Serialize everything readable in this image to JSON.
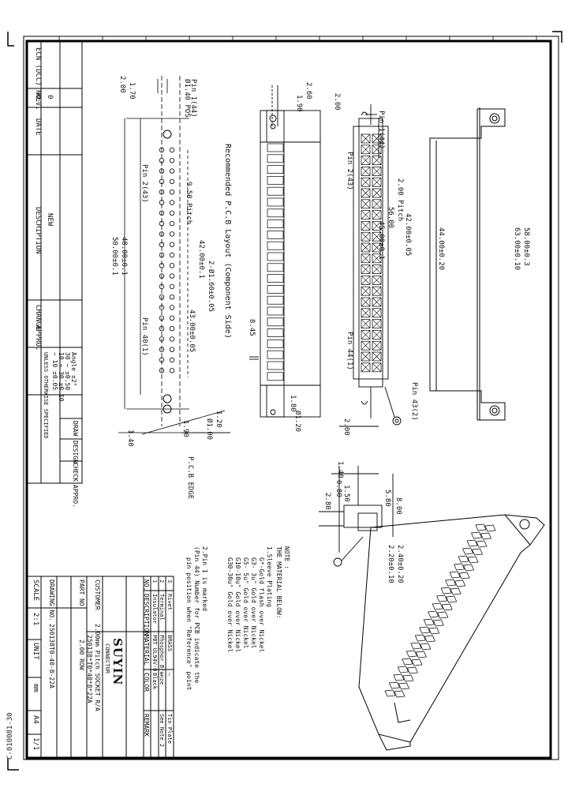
{
  "sheet_code": "C-010081-30",
  "company": {
    "brand": "SUYIN",
    "sub": "CONNECTOR"
  },
  "revision_block": {
    "headers": {
      "ecn": "ECN\n(DCC) NO.",
      "rev": "REV.",
      "date": "DATE",
      "description": "DESCRIPTION",
      "change": "CHANGE",
      "appro": "APPRO."
    },
    "rev_value": "0",
    "description_value": "NEW"
  },
  "tolerance_block": {
    "lines": [
      "Angle ±2°",
      "30 ~ ±0.50",
      "10 ~ 30 ±0.10",
      "~ 10 ±0.05"
    ],
    "note": "UNLESS OTHERWISE SPECIFIED"
  },
  "signoff": {
    "draw": "DRAW",
    "design": "DESIGN",
    "check": "CHECK",
    "appro": "APPRO."
  },
  "title_block": {
    "customer_label": "CUSTOMER",
    "title_value": "2.00mm Pitch SOCKET R/A",
    "part_no_label": "PART NO.",
    "part_no_value": "250138*T0*40*8*22A",
    "pitch_value": "2.00 ROW",
    "drawing_no_label": "DRAWING NO.",
    "drawing_no_value": "250138T0-40-8-22A",
    "scale_label": "SCALE",
    "scale_value": "2:1",
    "unit_label": "UNIT",
    "unit_value": "mm",
    "size_value": "A4",
    "sheet_value": "1/1"
  },
  "bom": {
    "headers": [
      "NO.",
      "DESCRIPTION",
      "MATERIAL",
      "COLOR",
      "REMARK"
    ],
    "rows": [
      {
        "no": "3",
        "description": "Rivet",
        "material": "BRASS",
        "color": "—",
        "remark": "Tin Plate"
      },
      {
        "no": "2",
        "description": "Terminal",
        "material": "Phosphor Bronze",
        "color": "—",
        "remark": "See Note 2"
      },
      {
        "no": "1",
        "description": "Insulator",
        "material": "PBT UL94V-0",
        "color": "Black",
        "remark": ""
      }
    ]
  },
  "notes": [
    "NOTE :",
    "THE MATERIAL BELOW:",
    "1.Sleeve Plating",
    "G*-Gold flash over Nickel",
    "G3- 3u\" Gold over Nickel",
    "G5- 5u\" Gold over Nickel",
    "G10-10u\" Gold over Nickel",
    "G30-30u\" Gold over Nickel",
    "2.Pin 1 is marked",
    "(Pin 44) Number for PCB indicate the",
    "pin position when \"Reference\" point"
  ],
  "views": {
    "top_left_dims": [
      "2.00",
      "1.70",
      "Pin 1(44)",
      "Ø1.40 POS",
      "Pin 2(43)",
      "9.50 Pitch",
      "48.00±0.1",
      "50.00±0.1",
      "Pin 40(1)"
    ],
    "pcb_layout": [
      "Recommended P.C.B Layout (Component Side)",
      "42.00±0.1",
      "43.00±0.05",
      "2-Ø1.60±0.05",
      "1.20",
      "Ø1.00"
    ],
    "side_dims": [
      "2.60",
      "1.90",
      "8.45",
      "1.80",
      "Ø1.20"
    ],
    "front_dims": [
      "2.00",
      "Pin 1(44)",
      "Pin 2(43)",
      "2.00 Pitch",
      "56.00",
      "42.00±0.05",
      "45.00±0.1",
      "Pin 44(1)",
      "Pin 43(2)",
      "2.00"
    ],
    "outline_dims": [
      "44.00±0.20",
      "63.00±0.10",
      "58.00±0.3"
    ],
    "section_dims": [
      "1.40",
      "0.80",
      "1.50",
      "2.80",
      "5.80",
      "8.00",
      "2.20±0.10",
      "2.40±0.20"
    ],
    "pcb_edge": "P.C.B EDGE",
    "pcb_edge_dim": "1.40",
    "pcb_edge_dim2": "1.90"
  }
}
